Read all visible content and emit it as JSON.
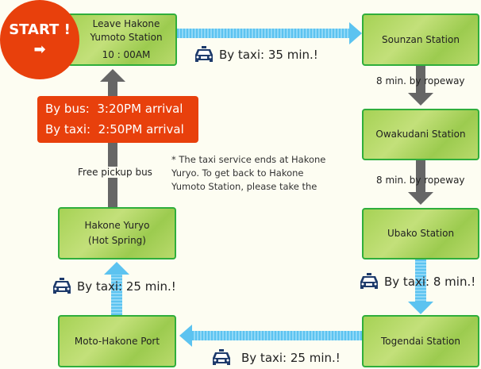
{
  "start": {
    "label": "START !",
    "arrow_icon": "arrow-right-icon"
  },
  "stations": {
    "leave": {
      "line1": "Leave Hakone",
      "line2": "Yumoto Station",
      "time": "10 : 00AM"
    },
    "sounzan": "Sounzan Station",
    "owakudani": "Owakudani Station",
    "ubako": "Ubako Station",
    "togendai": "Togendai Station",
    "motohakone": "Moto-Hakone Port",
    "yuryo": {
      "line1": "Hakone Yuryo",
      "line2": "(Hot Spring)"
    }
  },
  "legs": {
    "taxi1": "By taxi: 35 min.!",
    "rope1": "8 min. by ropeway",
    "rope2": "8 min. by ropeway",
    "taxi2": "By taxi: 8 min.!",
    "taxi3": "By taxi: 25 min.!",
    "taxi4": "By taxi: 25 min.!",
    "bus": "Free pickup bus"
  },
  "arrival": {
    "bus": "By bus:  3:20PM arrival",
    "taxi": "By taxi:  2:50PM arrival"
  },
  "note": {
    "line1": "* The taxi service ends at Hakone",
    "line2": "Yuryo. To get back to Hakone",
    "line3": "Yumoto Station, please take the"
  },
  "colors": {
    "accent": "#e8400c",
    "taxi_arrow": "#5cc3f0",
    "ropeway_arrow": "#666666",
    "box_border": "#2fae3c",
    "taxi_icon": "#1d3a6b"
  }
}
